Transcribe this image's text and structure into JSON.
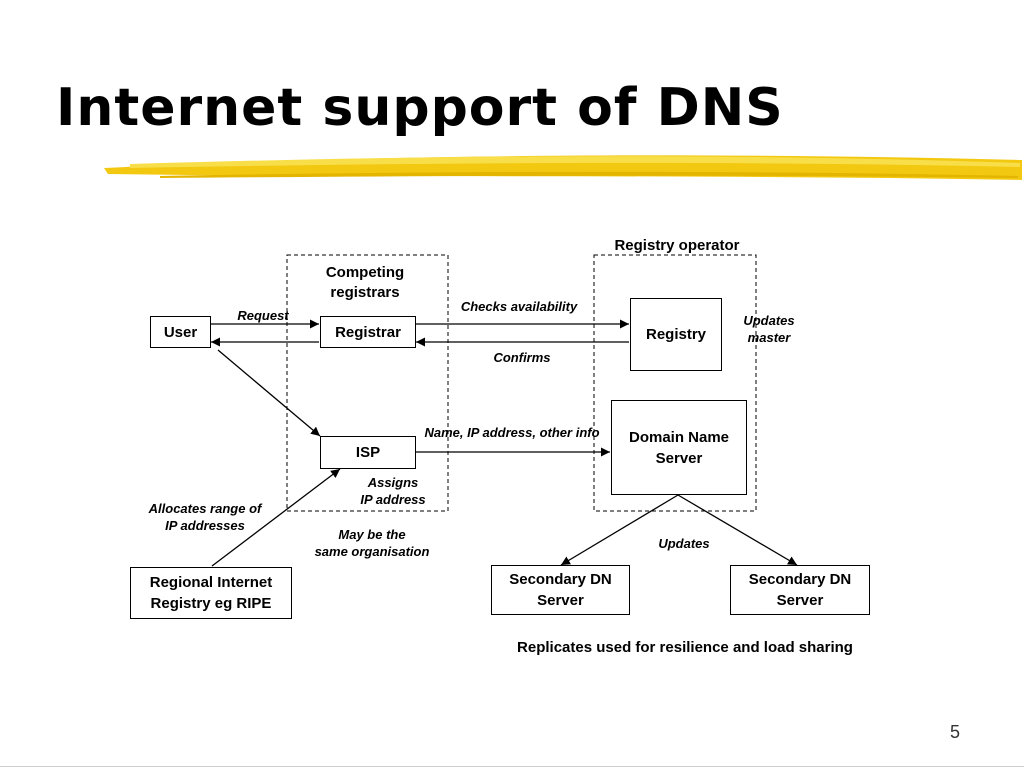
{
  "slide": {
    "title": "Internet support of DNS",
    "page_number": "5",
    "accent_color": "#f2c811"
  },
  "diagram": {
    "groups": {
      "registrars": "Competing\nregistrars",
      "registry_operator": "Registry operator"
    },
    "nodes": {
      "user": "User",
      "registrar": "Registrar",
      "isp": "ISP",
      "registry": "Registry",
      "domain_name_server": "Domain Name\nServer",
      "rir": "Regional Internet\nRegistry eg RIPE",
      "secondary_1": "Secondary DN\nServer",
      "secondary_2": "Secondary DN\nServer"
    },
    "edge_labels": {
      "request": "Request",
      "checks_availability": "Checks availability",
      "confirms": "Confirms",
      "updates_master": "Updates\nmaster",
      "name_ip_info": "Name, IP address, other info",
      "assigns_ip": "Assigns\nIP address",
      "allocates_range": "Allocates range of\nIP addresses",
      "same_org": "May be the\nsame organisation",
      "updates": "Updates"
    },
    "caption": "Replicates used for resilience and load sharing"
  }
}
